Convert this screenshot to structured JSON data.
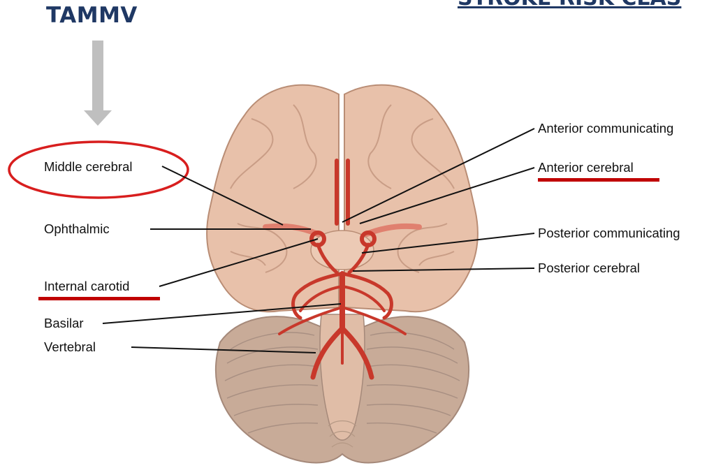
{
  "header": {
    "tag": "TAMMV",
    "title": "STROKE RISK CLAS"
  },
  "diagram": {
    "labels_left": {
      "middle_cerebral": "Middle cerebral",
      "ophthalmic": "Ophthalmic",
      "internal_carotid": "Internal carotid",
      "basilar": "Basilar",
      "vertebral": "Vertebral"
    },
    "labels_right": {
      "anterior_communicating": "Anterior communicating",
      "anterior_cerebral": "Anterior cerebral",
      "posterior_communicating": "Posterior communicating",
      "posterior_cerebral": "Posterior cerebral"
    }
  },
  "colors": {
    "heading": "#1f3864",
    "highlight_red": "#d81e1e",
    "underline_red": "#c00000",
    "arrow_gray": "#bfbfbf",
    "brain_fill": "#e8c0a8",
    "artery": "#c8382b"
  }
}
